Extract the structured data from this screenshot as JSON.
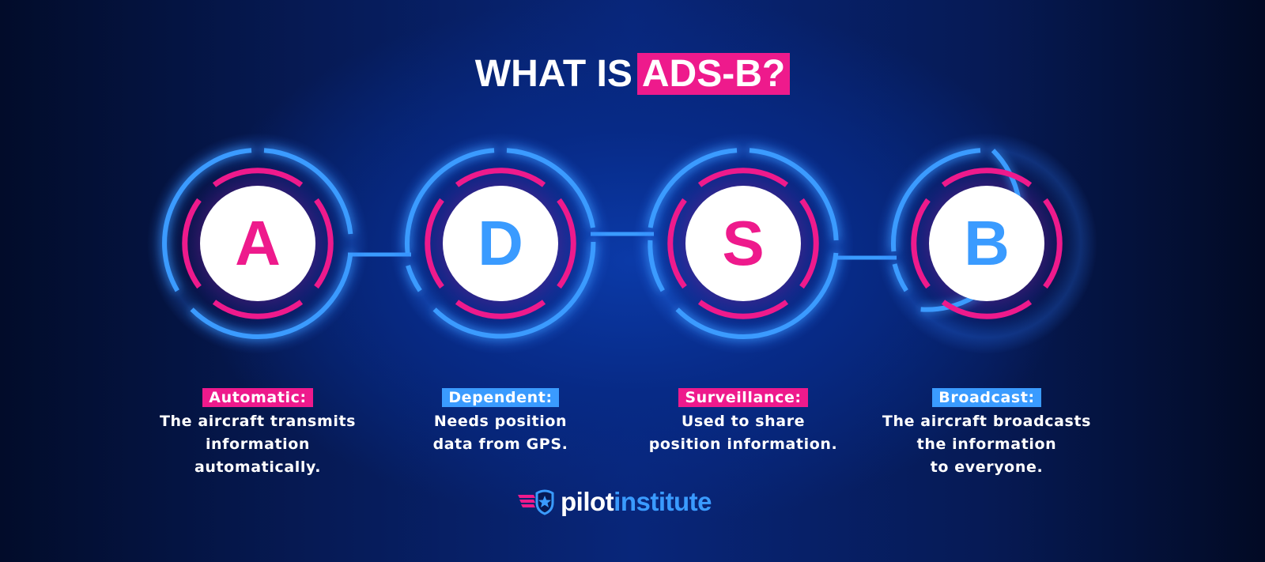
{
  "title": {
    "prefix": "WHAT IS",
    "highlight": "ADS-B?"
  },
  "colors": {
    "pink": "#ee1a8c",
    "blue": "#3a9bff",
    "white": "#ffffff",
    "bg_dark": "#020c2a",
    "bg_mid": "#08267a"
  },
  "steps": [
    {
      "letter": "A",
      "letter_color": "#ee1a8c",
      "label": "Automatic:",
      "label_bg": "#ee1a8c",
      "description": "The aircraft transmits\ninformation\nautomatically."
    },
    {
      "letter": "D",
      "letter_color": "#3a9bff",
      "label": "Dependent:",
      "label_bg": "#3a9bff",
      "description": "Needs position\ndata from GPS."
    },
    {
      "letter": "S",
      "letter_color": "#ee1a8c",
      "label": "Surveillance:",
      "label_bg": "#ee1a8c",
      "description": "Used to share\nposition information."
    },
    {
      "letter": "B",
      "letter_color": "#3a9bff",
      "label": "Broadcast:",
      "label_bg": "#3a9bff",
      "description": "The aircraft broadcasts\nthe information\nto everyone."
    }
  ],
  "logo": {
    "icon": "winged-star-shield-icon",
    "word1": "pilot",
    "word2": "institute"
  }
}
